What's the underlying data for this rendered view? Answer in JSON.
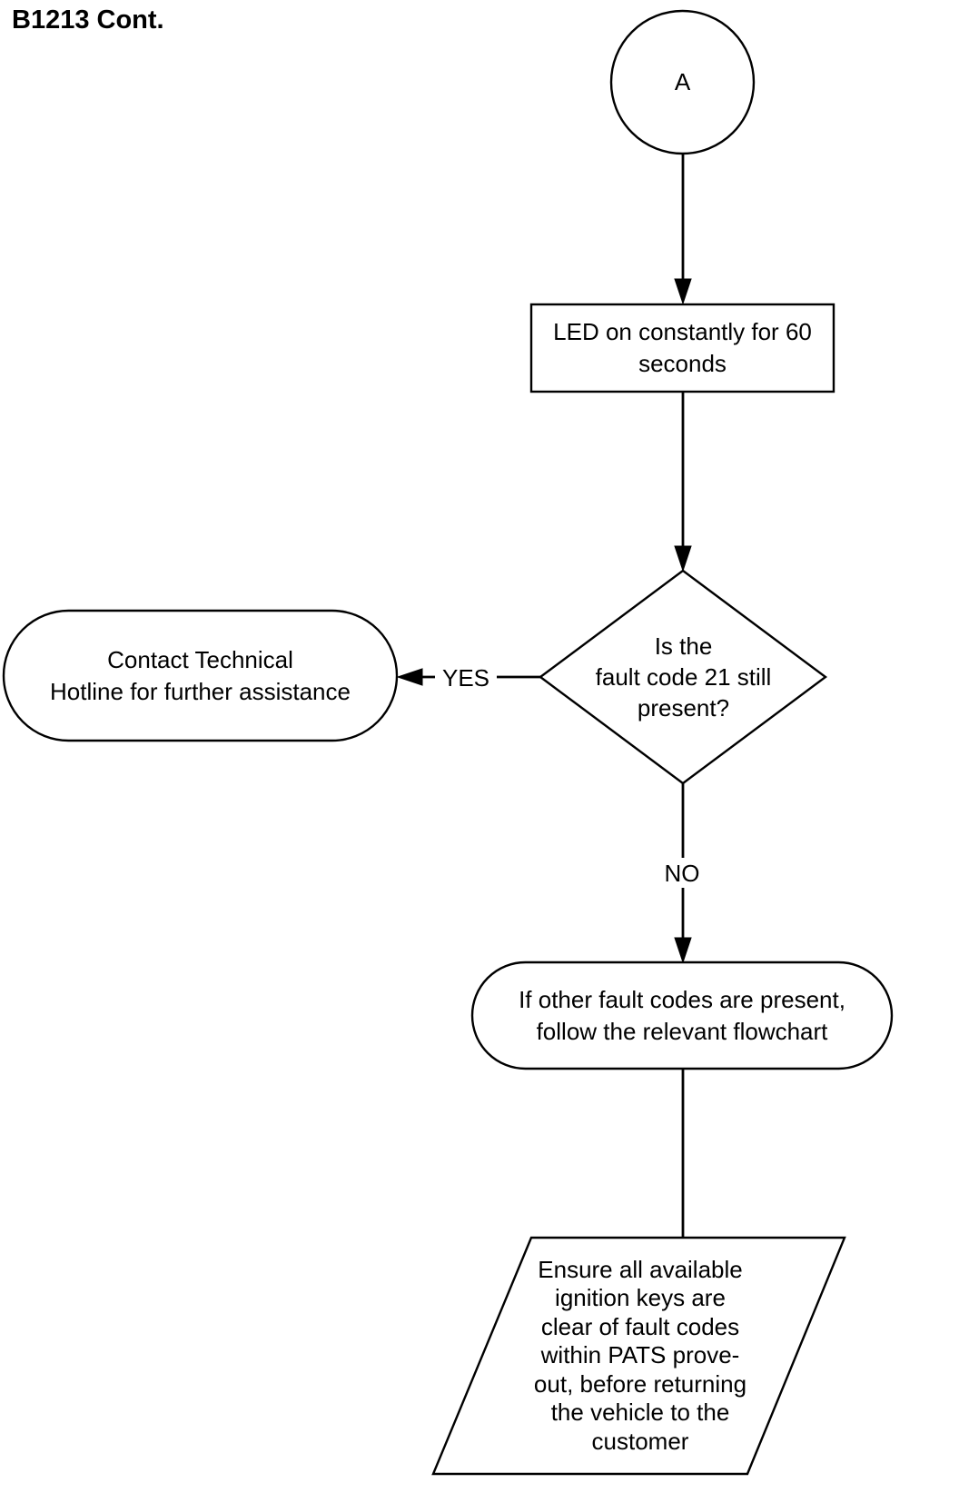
{
  "title": "B1213 Cont.",
  "nodes": {
    "connector_a": "A",
    "process_led": "LED on constantly for 60\nseconds",
    "decision_fault21": "Is the\nfault code 21 still\npresent?",
    "terminal_hotline": "Contact Technical\nHotline for further assistance",
    "terminal_other_codes": "If other fault codes are present,\nfollow the relevant flowchart",
    "io_prove_out": "Ensure all available\nignition keys are\nclear of fault codes\nwithin PATS prove-\nout, before returning\nthe vehicle to the\ncustomer"
  },
  "edges": {
    "yes_label": "YES",
    "no_label": "NO"
  },
  "colors": {
    "stroke": "#000000",
    "background": "#ffffff"
  }
}
